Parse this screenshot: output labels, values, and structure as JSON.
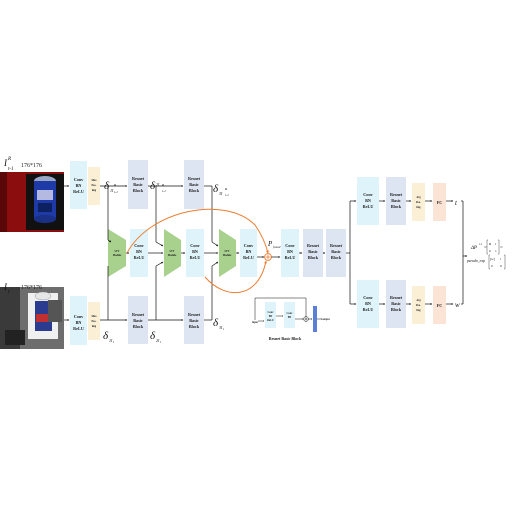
{
  "inputs": {
    "top_label": "I",
    "top_sup": "R",
    "top_sub": "t-1",
    "top_size": "176*176",
    "bottom_label": "I",
    "bottom_sub": "t",
    "bottom_size": "176*176"
  },
  "blocks": {
    "conv_bn_relu": [
      "Conv",
      "BN",
      "ReLU"
    ],
    "max_pooling": [
      "Max",
      "Poo-",
      "ling"
    ],
    "resnet_basic_block": [
      "Resnet",
      "Basic",
      "Block"
    ],
    "stt_module": [
      "STT",
      "Module"
    ],
    "avg_pooling": [
      "Avg",
      "Poo-",
      "ling"
    ],
    "fc": "FC"
  },
  "features": {
    "d1_top": "δ",
    "d1_top_sub": "1I",
    "d1_top_sup": "R",
    "d1_top_subsub": "t-1",
    "d2_top_sub": "2I",
    "d3_top_sub": "3I",
    "d1_bot_sub": "1I",
    "d2_bot_sub": "2I",
    "d3_bot_sub": "3I",
    "bot_subsub": "t",
    "p_fused": "P",
    "p_fused_sub": "fused"
  },
  "outputs": {
    "t_label": "t",
    "w_label": "w",
    "delta_p": "ΔP",
    "delta_p_sup": "t-1",
    "pseudo": "pseudo_exp"
  },
  "resnet_block_caption": "Resnet Basic Block",
  "resnet_block_inner": {
    "input": "input",
    "output": "output",
    "conv1": [
      "Conv",
      "BN",
      "ReLU"
    ],
    "conv2": [
      "Conv",
      "BN"
    ]
  },
  "colors": {
    "cyan_block": "#dff4fa",
    "blue_block": "#dde5f2",
    "yellow_block": "#fbefd5",
    "peach_block": "#fbe4d5",
    "green_module": "#a9d18e",
    "fusion_orange": "#ed7d31"
  }
}
